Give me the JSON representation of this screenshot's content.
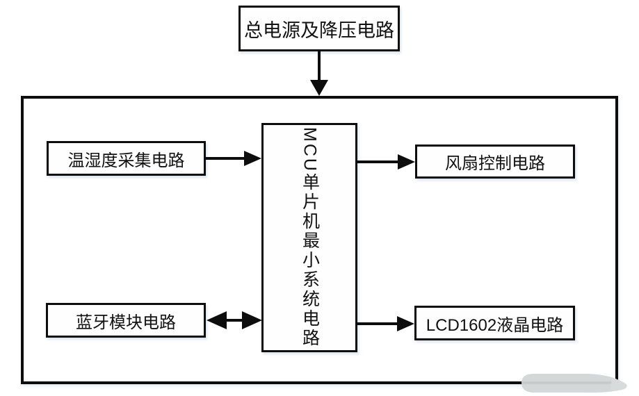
{
  "diagram": {
    "type": "block-diagram",
    "nodes": {
      "power": {
        "label": "总电源及降压电路"
      },
      "temperature_humidity": {
        "label": "温湿度采集电路"
      },
      "bluetooth": {
        "label": "蓝牙模块电路"
      },
      "mcu": {
        "label": "MCU单片机最小系统电路"
      },
      "fan": {
        "label": "风扇控制电路"
      },
      "lcd": {
        "label": "LCD1602液晶电路"
      }
    },
    "connections": [
      {
        "from": "power",
        "to": "system-frame",
        "direction": "down",
        "bidirectional": false
      },
      {
        "from": "temperature_humidity",
        "to": "mcu",
        "direction": "right",
        "bidirectional": false
      },
      {
        "from": "bluetooth",
        "to": "mcu",
        "direction": "horizontal",
        "bidirectional": true
      },
      {
        "from": "mcu",
        "to": "fan",
        "direction": "right",
        "bidirectional": false
      },
      {
        "from": "mcu",
        "to": "lcd",
        "direction": "right",
        "bidirectional": false
      }
    ],
    "colors": {
      "line": "#0d0d0d",
      "node_fill": "#fefefe",
      "background": "#ffffff",
      "smudge": "#d3d6d6"
    }
  }
}
